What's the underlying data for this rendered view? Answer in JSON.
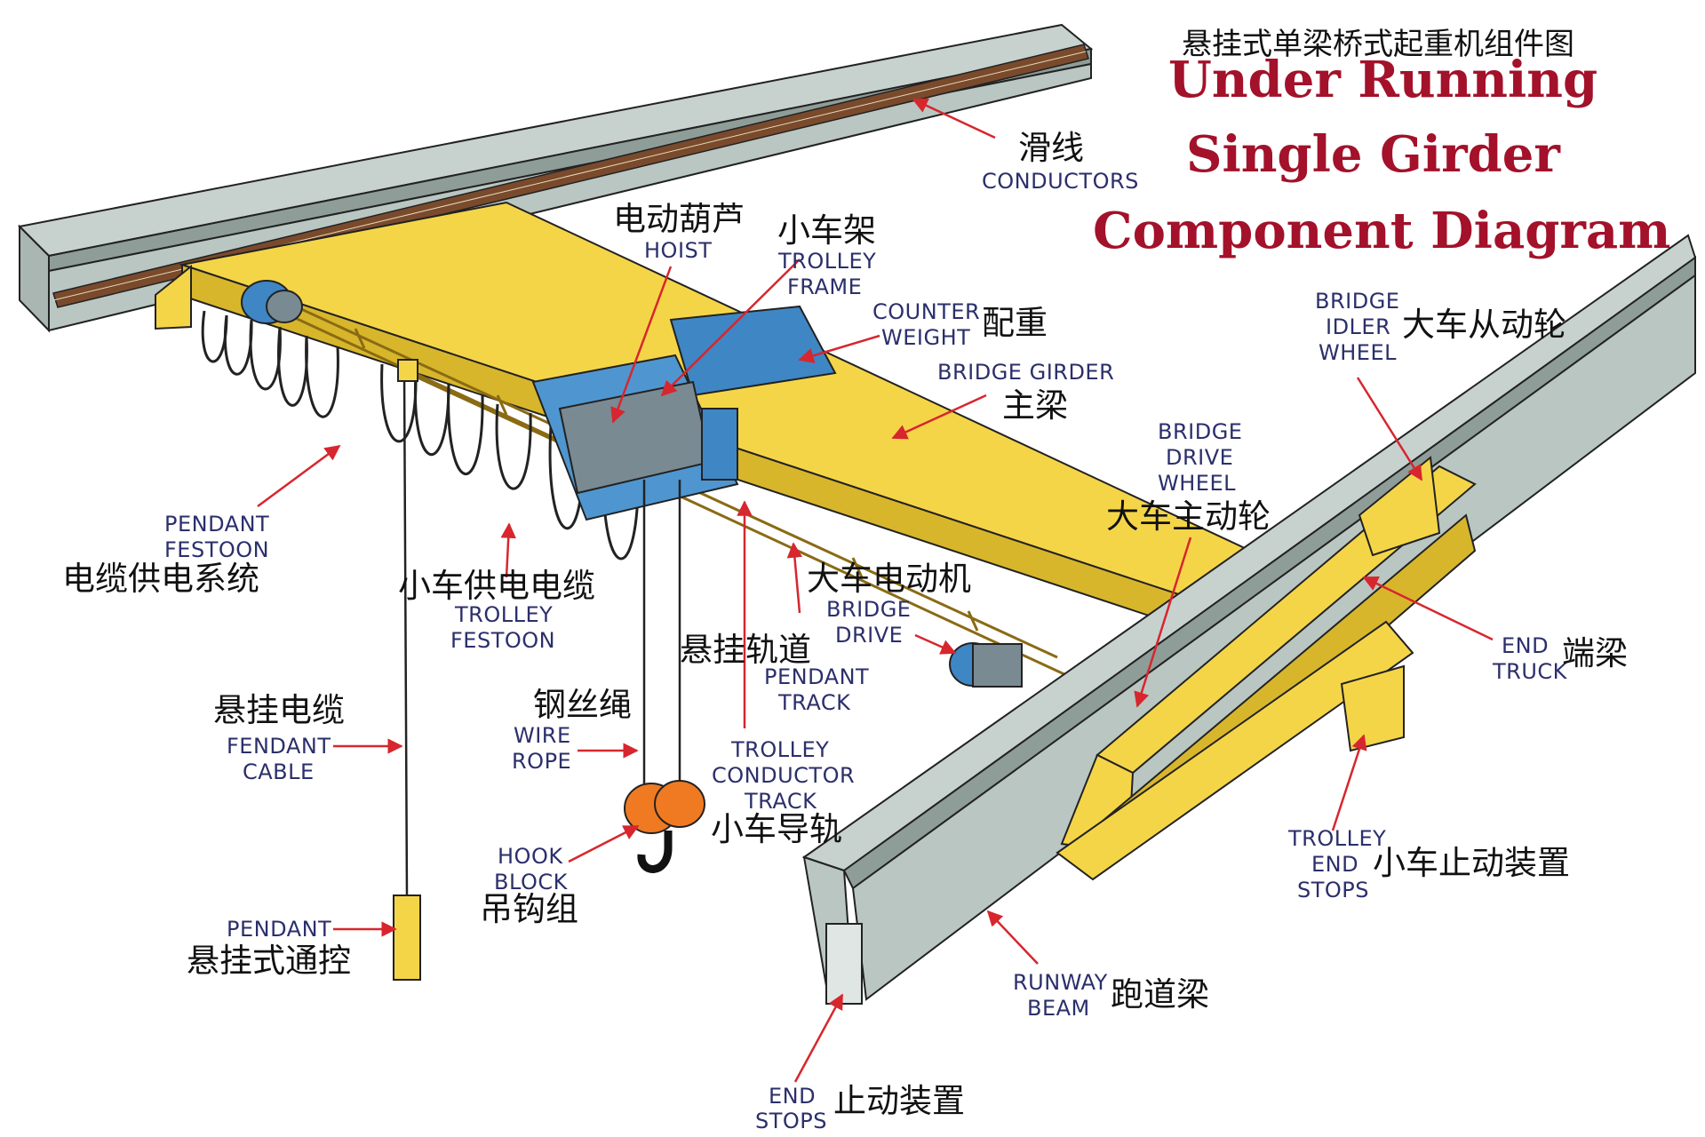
{
  "title": {
    "zh": "悬挂式单梁桥式起重机组件图",
    "en_lines": [
      "Under Running",
      "Single Girder",
      "Component Diagram"
    ]
  },
  "labels": {
    "conductors": {
      "zh": "滑线",
      "en": [
        "CONDUCTORS"
      ]
    },
    "hoist": {
      "zh": "电动葫芦",
      "en": [
        "HOIST"
      ]
    },
    "trolley_frame": {
      "zh": "小车架",
      "en": [
        "TROLLEY",
        "FRAME"
      ]
    },
    "counter_weight": {
      "zh": "配重",
      "en": [
        "COUNTER",
        "WEIGHT"
      ]
    },
    "bridge_girder": {
      "zh": "主梁",
      "en": [
        "BRIDGE GIRDER"
      ]
    },
    "bridge_idler_wheel": {
      "zh": "大车从动轮",
      "en": [
        "BRIDGE",
        "IDLER",
        "WHEEL"
      ]
    },
    "bridge_drive_wheel": {
      "zh": "大车主动轮",
      "en": [
        "BRIDGE",
        "DRIVE",
        "WHEEL"
      ]
    },
    "pendant_festoon": {
      "zh": "电缆供电系统",
      "en": [
        "PENDANT",
        "FESTOON"
      ]
    },
    "trolley_festoon": {
      "zh": "小车供电电缆",
      "en": [
        "TROLLEY",
        "FESTOON"
      ]
    },
    "bridge_drive": {
      "zh": "大车电动机",
      "en": [
        "BRIDGE",
        "DRIVE"
      ]
    },
    "pendant_track": {
      "zh": "悬挂轨道",
      "en": [
        "PENDANT",
        "TRACK"
      ]
    },
    "end_truck": {
      "zh": "端梁",
      "en": [
        "END",
        "TRUCK"
      ]
    },
    "pendant_cable": {
      "zh": "悬挂电缆",
      "en": [
        "FENDANT",
        "CABLE"
      ]
    },
    "wire_rope": {
      "zh": "钢丝绳",
      "en": [
        "WIRE",
        "ROPE"
      ]
    },
    "trolley_conductor_track": {
      "zh": "小车导轨",
      "en": [
        "TROLLEY",
        "CONDUCTOR",
        "TRACK"
      ]
    },
    "hook_block": {
      "zh": "吊钩组",
      "en": [
        "HOOK",
        "BLOCK"
      ]
    },
    "trolley_end_stops": {
      "zh": "小车止动装置",
      "en": [
        "TROLLEY",
        "END",
        "STOPS"
      ]
    },
    "pendant": {
      "zh": "悬挂式通控",
      "en": [
        "PENDANT"
      ]
    },
    "runway_beam": {
      "zh": "跑道梁",
      "en": [
        "RUNWAY",
        "BEAM"
      ]
    },
    "end_stops": {
      "zh": "止动装置",
      "en": [
        "END",
        "STOPS"
      ]
    }
  },
  "colors": {
    "girder_yellow": "#f5d548",
    "girder_shadow": "#d8b62c",
    "beam_grey": "#b9c6c2",
    "beam_dark": "#8f9d99",
    "hoist_blue": "#3f86c4",
    "hook_orange": "#f07a22",
    "arrow_red": "#d7262e",
    "en_text": "#2b2f6b",
    "title_red": "#a3112a"
  }
}
